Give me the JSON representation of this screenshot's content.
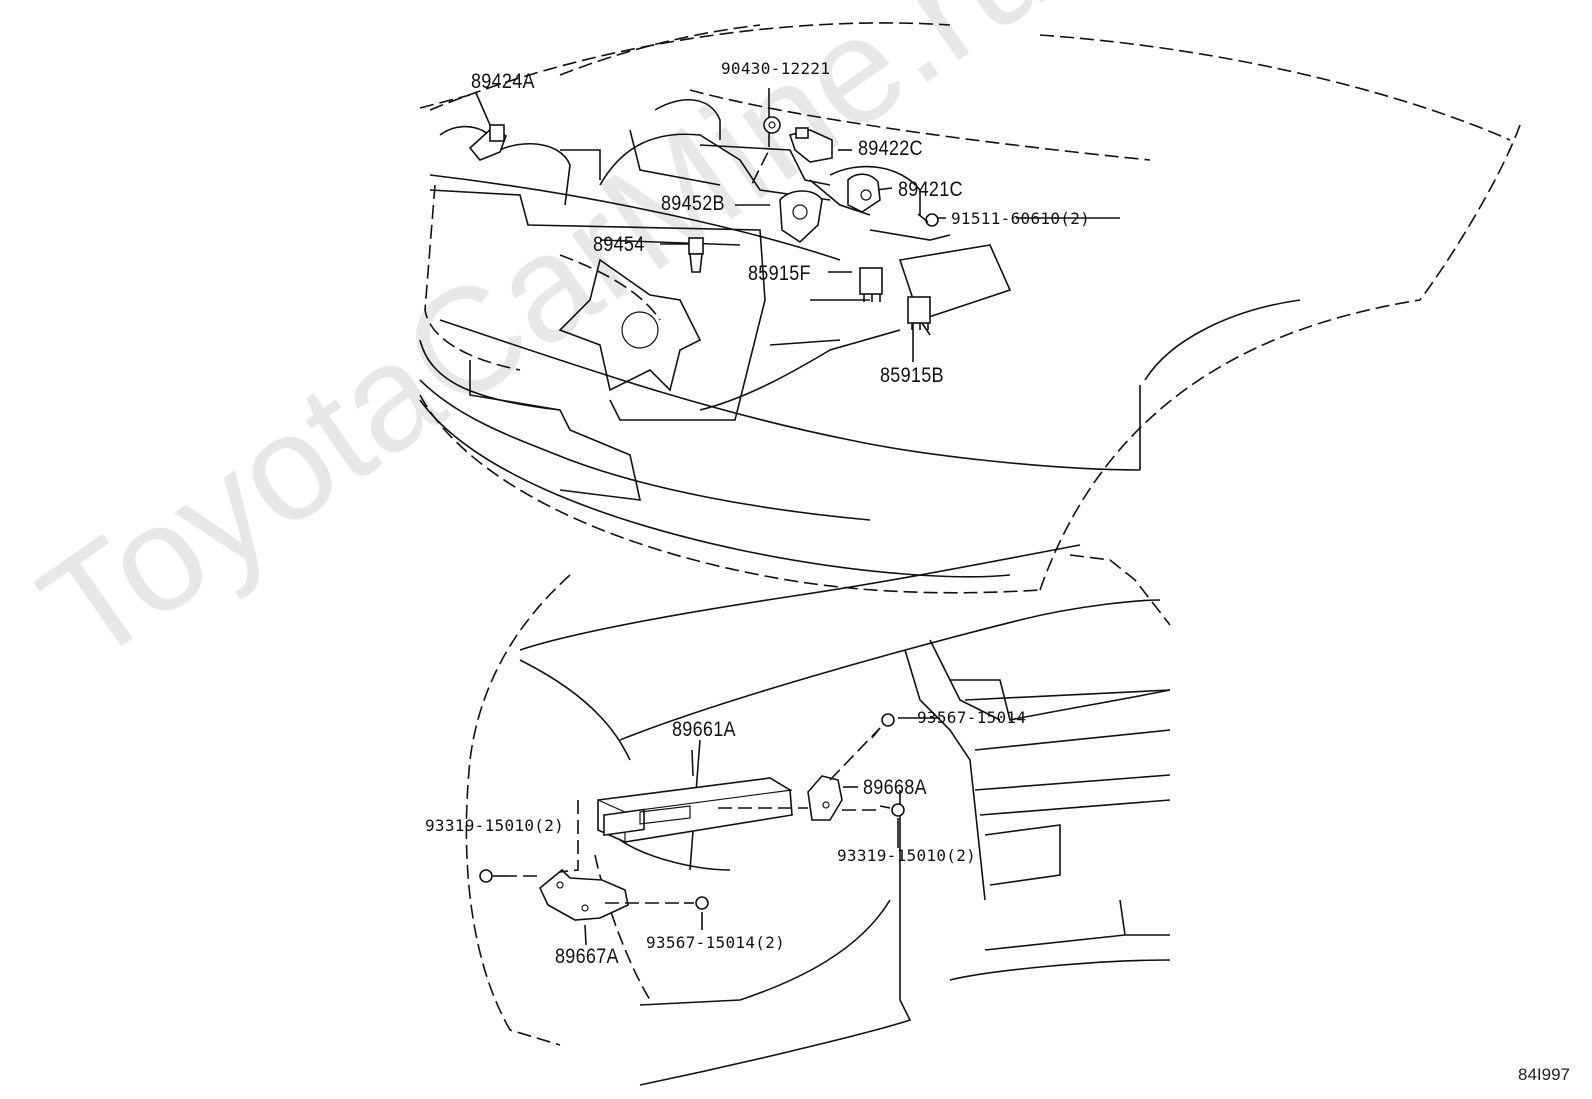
{
  "diagram": {
    "watermark": "ToyotaCarMine.ru",
    "figure_code": "84I997",
    "labels": {
      "p89424A": "89424A",
      "p90430": "90430-12221",
      "p89422C": "89422C",
      "p89421C": "89421C",
      "p91511": "91511-60610(2)",
      "p89452B": "89452B",
      "p89454": "89454",
      "p85915F": "85915F",
      "p85915B": "85915B",
      "p89661A": "89661A",
      "p93567a": "93567-15014",
      "p89668A": "89668A",
      "p93319a": "93319-15010(2)",
      "p93319b": "93319-15010(2)",
      "p93567b": "93567-15014(2)",
      "p89667A": "89667A"
    }
  }
}
